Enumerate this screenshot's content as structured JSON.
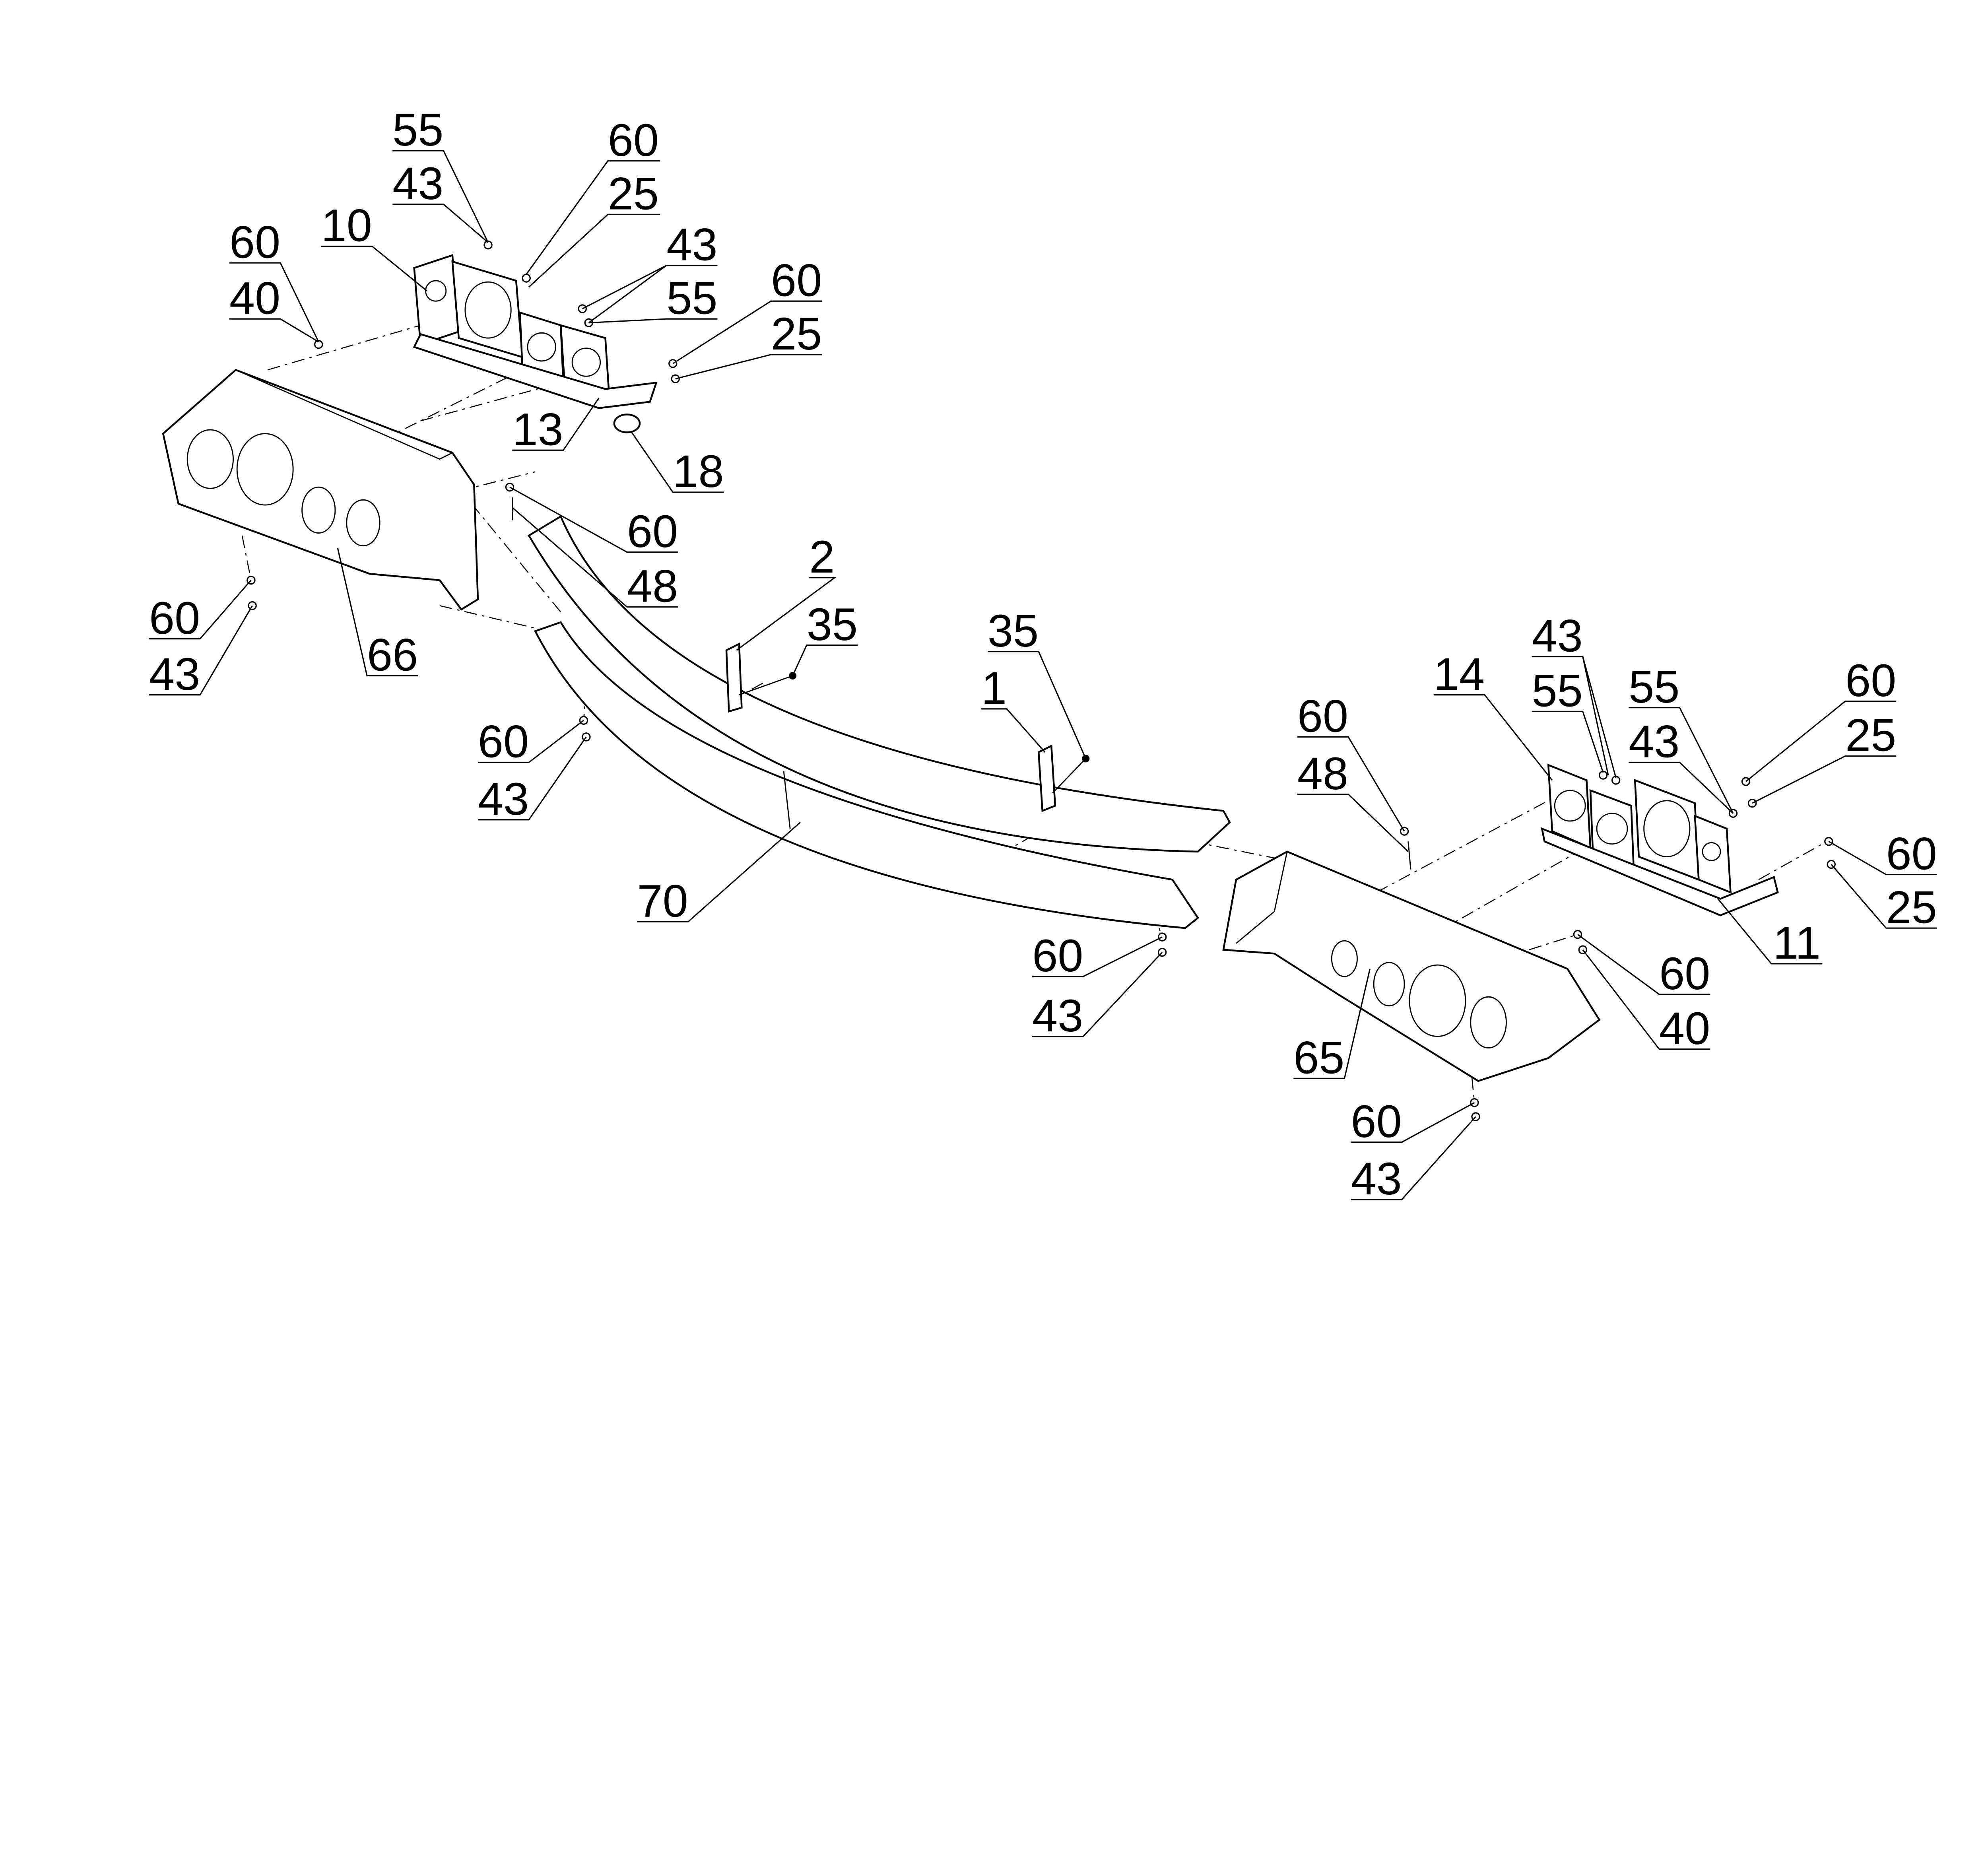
{
  "drawing": {
    "type": "exploded assembly view",
    "callouts": [
      "55",
      "43",
      "60",
      "25",
      "10",
      "60",
      "40",
      "43",
      "55",
      "60",
      "25",
      "13",
      "18",
      "60",
      "48",
      "60",
      "43",
      "66",
      "2",
      "35",
      "35",
      "1",
      "60",
      "43",
      "70",
      "60",
      "43",
      "60",
      "48",
      "14",
      "43",
      "55",
      "55",
      "43",
      "60",
      "25",
      "60",
      "25",
      "11",
      "60",
      "40",
      "65",
      "60",
      "43"
    ]
  }
}
